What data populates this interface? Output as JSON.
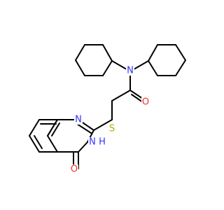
{
  "molecule": {
    "atoms": {
      "n_amide": {
        "label": "N",
        "color": "#3333ff"
      },
      "o_amide": {
        "label": "O",
        "color": "#ff2a2a"
      },
      "s_thio": {
        "label": "S",
        "color": "#b2a800"
      },
      "n_ring_top": {
        "label": "N",
        "color": "#3333ff"
      },
      "nh_ring": {
        "label": "N",
        "color": "#3333ff"
      },
      "h_on_n": {
        "label": "H",
        "color": "#3333ff"
      },
      "o_ketone": {
        "label": "O",
        "color": "#ff2a2a"
      }
    },
    "bond_color": "#000000"
  }
}
